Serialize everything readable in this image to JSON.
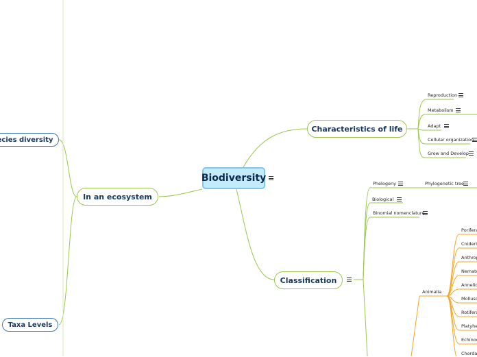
{
  "root": {
    "label": "Biodiversity"
  },
  "left": {
    "species_diversity": "pecies diversity",
    "in_ecosystem": "In an ecosystem",
    "taxa_levels": "Taxa Levels"
  },
  "characteristics": {
    "label": "Characteristics of life",
    "items": [
      "Reproduction",
      "Metabolism",
      "Adapt",
      "Cellular organization",
      "Grow and Develop"
    ]
  },
  "classification": {
    "label": "Classification",
    "phelogeny": "Phelogeny",
    "phylogenetic_tree": "Phylogenetic tree",
    "biological": "Biological",
    "binomial": "Binomial nomenclature",
    "animalia": "Animalia",
    "phyla": [
      "Porifera",
      "Cnideria",
      "Anthrop",
      "Nemato",
      "Annelid",
      "Mollusc",
      "Rotifera",
      "Platyhel",
      "Echinod",
      "Chordat"
    ]
  },
  "colors": {
    "green": "#9cc64e",
    "orange": "#f6a623",
    "blue": "#3f78b5",
    "root_fill": "#c3ebfb"
  }
}
